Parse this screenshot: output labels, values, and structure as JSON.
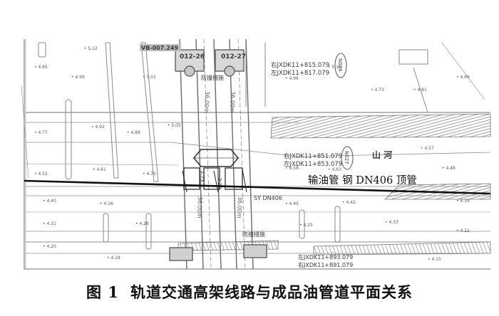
{
  "figure": {
    "number": "图 1",
    "title": "轨道交通高架线路与成品油管道平面关系"
  },
  "annotations": {
    "pipeline": "输油管 钢 DN406 顶管",
    "pipeline_small": "SY DN406",
    "river": "山 河",
    "protection_top": "防撞措施",
    "protection_bottom": "防撞措施",
    "pier_left": "012-26",
    "pier_right": "012-27",
    "road_left": "36.00m",
    "road_right": "36.00m",
    "road_left_lower": "36.00m",
    "road_right_lower": "36.00m",
    "chain_top_1": "右JXDK11+815.079",
    "chain_top_2": "左JXDK11+817.079",
    "chain_mid_1": "右JXDK11+851.079",
    "chain_mid_2": "左JXDK11+853.079",
    "chain_bottom_1": "左JXDK11+893.079",
    "chain_bottom_2": "右JXDK11+891.079",
    "station_top": "VB-007.249",
    "circle_top": "N026",
    "circle_mid": "N027",
    "dim_1": "2.75",
    "dim_2": "2.20"
  },
  "colors": {
    "pipeline": "#111111",
    "cad_lines": "#7a7a7a",
    "hatching": "#8a8a8a"
  }
}
